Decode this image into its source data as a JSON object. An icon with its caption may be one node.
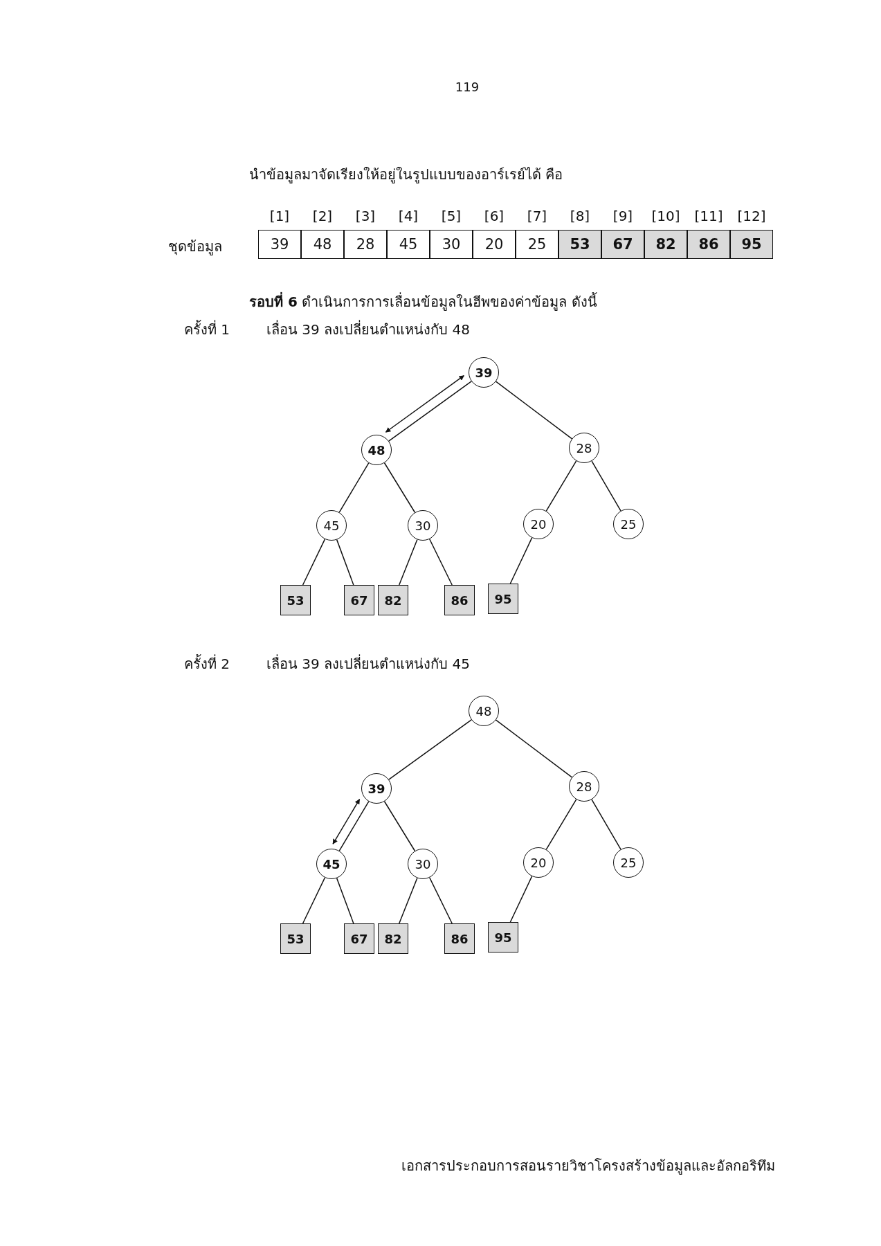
{
  "diagram": {
    "nodes": [
      {
        "text": [
          "39"
        ]
      },
      {
        "text": [
          "48"
        ]
      },
      {
        "text": [
          "28"
        ]
      },
      {
        "text": [
          "45"
        ]
      },
      {
        "text": [
          "30"
        ]
      },
      {
        "text": [
          "20"
        ]
      },
      {
        "text": [
          "25"
        ]
      },
      {
        "text": [
          "53"
        ]
      },
      {
        "text": [
          "67"
        ]
      },
      {
        "text": [
          "82"
        ]
      },
      {
        "text": [
          "86"
        ]
      },
      {
        "text": [
          "95"
        ]
      },
      {
        "text": [
          "48"
        ]
      },
      {
        "text": [
          "39"
        ]
      },
      {
        "text": [
          "28"
        ]
      },
      {
        "text": [
          "45"
        ]
      },
      {
        "text": [
          "30"
        ]
      },
      {
        "text": [
          "20"
        ]
      },
      {
        "text": [
          "25"
        ]
      },
      {
        "text": [
          "53"
        ]
      },
      {
        "text": [
          "67"
        ]
      },
      {
        "text": [
          "82"
        ]
      },
      {
        "text": [
          "86"
        ]
      },
      {
        "text": [
          "95"
        ]
      }
    ],
    "edges": [
      {
        "from": 0,
        "to": 1,
        "arrow": "none"
      },
      {
        "from": 0,
        "to": 2,
        "arrow": "none"
      },
      {
        "from": 1,
        "to": 3,
        "arrow": "none"
      },
      {
        "from": 1,
        "to": 4,
        "arrow": "none"
      },
      {
        "from": 2,
        "to": 5,
        "arrow": "none"
      },
      {
        "from": 2,
        "to": 6,
        "arrow": "none"
      },
      {
        "from": 3,
        "to": 7,
        "arrow": "none"
      },
      {
        "from": 3,
        "to": 8,
        "arrow": "none"
      },
      {
        "from": 4,
        "to": 9,
        "arrow": "none"
      },
      {
        "from": 4,
        "to": 10,
        "arrow": "none"
      },
      {
        "from": 5,
        "to": 11,
        "arrow": "none"
      },
      {
        "from": 0,
        "to": 1,
        "arrow": "both"
      },
      {
        "from": 12,
        "to": 13,
        "arrow": "none"
      },
      {
        "from": 12,
        "to": 14,
        "arrow": "none"
      },
      {
        "from": 13,
        "to": 15,
        "arrow": "none"
      },
      {
        "from": 13,
        "to": 16,
        "arrow": "none"
      },
      {
        "from": 14,
        "to": 17,
        "arrow": "none"
      },
      {
        "from": 14,
        "to": 18,
        "arrow": "none"
      },
      {
        "from": 15,
        "to": 19,
        "arrow": "none"
      },
      {
        "from": 15,
        "to": 20,
        "arrow": "none"
      },
      {
        "from": 16,
        "to": 21,
        "arrow": "none"
      },
      {
        "from": 16,
        "to": 22,
        "arrow": "none"
      },
      {
        "from": 17,
        "to": 23,
        "arrow": "none"
      },
      {
        "from": 13,
        "to": 15,
        "arrow": "both"
      }
    ],
    "labels": [
      "119",
      "นำข้อมูลมาจัดเรียงให้อยู่ในรูปแบบของอาร์เรย์ได้ คือ",
      "[1]",
      "[2]",
      "[3]",
      "[4]",
      "[5]",
      "[6]",
      "[7]",
      "[8]",
      "[9]",
      "[10]",
      "[11]",
      "[12]",
      "ชุดข้อมูล",
      "39",
      "48",
      "28",
      "45",
      "30",
      "20",
      "25",
      "53",
      "67",
      "82",
      "86",
      "95",
      "**รอบที่ 6** ดำเนินการการเลื่อนข้อมูลในฮีพของค่าข้อมูล ดังนี้",
      "ครั้งที่ 1",
      "เลื่อน 39 ลงเปลี่ยนตำแหน่งกับ 48",
      "ครั้งที่ 2",
      "เลื่อน 39 ลงเปลี่ยนตำแหน่งกับ 45",
      "เอกสารประกอบการสอนรายวิชาโครงสร้างข้อมูลและอัลกอริทึม"
    ]
  }
}
